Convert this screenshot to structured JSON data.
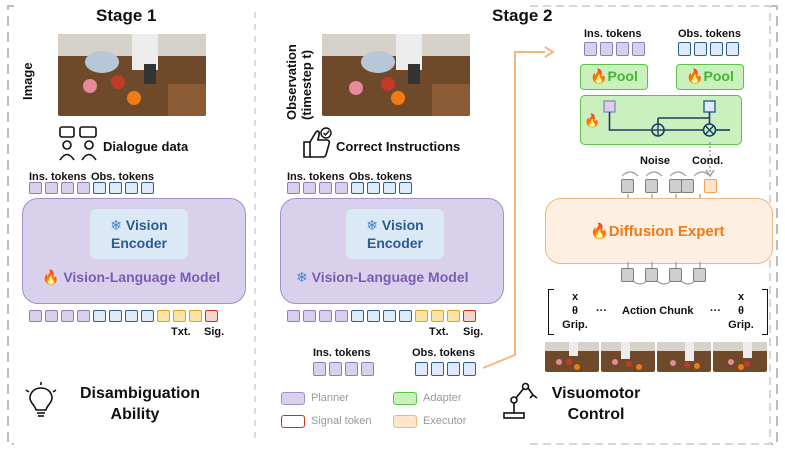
{
  "stage1": {
    "title": "Stage 1",
    "image_label": "Image",
    "dialogue_label": "Dialogue data",
    "ins_tokens": "Ins. tokens",
    "obs_tokens": "Obs. tokens",
    "encoder": [
      "Vision",
      "Encoder"
    ],
    "vlm": "Vision-Language Model",
    "txt": "Txt.",
    "sig": "Sig.",
    "ability": [
      "Disambiguation",
      "Ability"
    ]
  },
  "stage2": {
    "title": "Stage 2",
    "obs_label": [
      "Observation",
      "(timestep t)"
    ],
    "correct_label": "Correct Instructions",
    "ins_tokens": "Ins. tokens",
    "obs_tokens": "Obs. tokens",
    "encoder": [
      "Vision",
      "Encoder"
    ],
    "vlm": "Vision-Language Model",
    "txt": "Txt.",
    "sig": "Sig.",
    "bottom_ins": "Ins. tokens",
    "bottom_obs": "Obs. tokens",
    "top_ins": "Ins. tokens",
    "top_obs": "Obs. tokens",
    "pool": "Pool",
    "noise": "Noise",
    "cond": "Cond.",
    "diffusion": "Diffusion Expert",
    "action": {
      "left": [
        "x",
        "θ",
        "Grip."
      ],
      "right": [
        "x",
        "θ",
        "Grip."
      ],
      "ellipsis": "···",
      "title": "Action Chunk"
    },
    "control": [
      "Visuomotor",
      "Control"
    ]
  },
  "legend": {
    "planner": "Planner",
    "adapter": "Adapter",
    "signal": "Signal token",
    "executor": "Executor"
  },
  "icons": {
    "fire": "fire-icon",
    "snowflake": "snowflake-icon",
    "robot": "robot-arm-icon",
    "bulb": "lightbulb-icon",
    "dialogue": "dialogue-icon",
    "thumb": "thumbs-up-icon"
  },
  "colors": {
    "planner": "#d9d1ec",
    "adapter": "#c9f0bd",
    "signal": "#c9301e",
    "executor": "#fde5c9",
    "obs": "#2e5e93",
    "txt": "#d9a61e"
  }
}
